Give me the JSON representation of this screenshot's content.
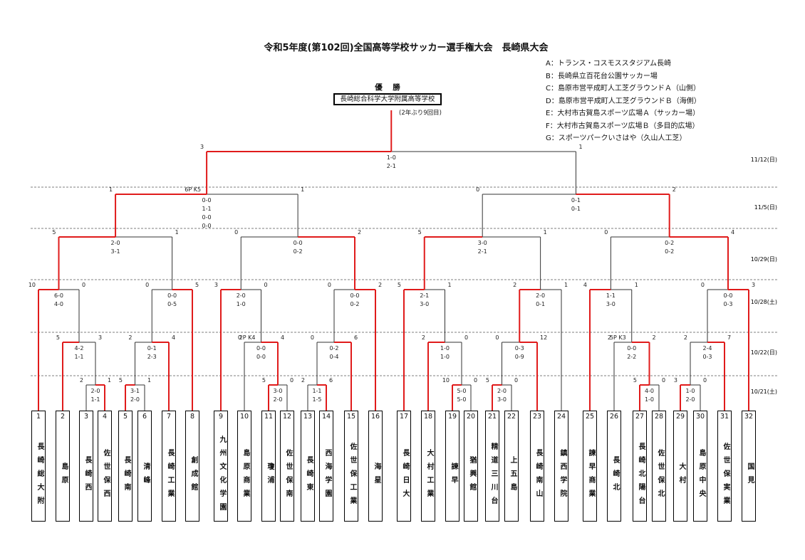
{
  "title": "令和5年度(第102回)全国高等学校サッカー選手権大会　長崎県大会",
  "venues": [
    "A：トランス・コスモススタジアム長崎",
    "B：長崎県立百花台公園サッカー場",
    "C：島原市営平成町人工芝グラウンドＡ（山側）",
    "D：島原市営平成町人工芝グラウンドＢ（海側）",
    "E：大村市古賀島スポーツ広場Ａ（サッカー場）",
    "F：大村市古賀島スポーツ広場Ｂ（多目的広場）",
    "G：スポーツパークいさはや（久山人工芝）"
  ],
  "winner": {
    "label": "優　勝",
    "team": "長崎総合科学大学附属高等学校",
    "note": "(2年ぶり9回目)"
  },
  "dates": [
    "11/12(日)",
    "11/5(日)",
    "10/29(日)",
    "10/28(土)",
    "10/22(日)",
    "10/21(土)"
  ],
  "teams": [
    {
      "no": "1",
      "name": "長崎総大附"
    },
    {
      "no": "2",
      "name": "島原"
    },
    {
      "no": "3",
      "name": "長崎西"
    },
    {
      "no": "4",
      "name": "佐世保西"
    },
    {
      "no": "5",
      "name": "長崎南"
    },
    {
      "no": "6",
      "name": "清峰"
    },
    {
      "no": "7",
      "name": "長崎工業"
    },
    {
      "no": "8",
      "name": "創成館"
    },
    {
      "no": "9",
      "name": "九州文化学園"
    },
    {
      "no": "10",
      "name": "島原商業"
    },
    {
      "no": "11",
      "name": "瓊浦"
    },
    {
      "no": "12",
      "name": "佐世保南"
    },
    {
      "no": "13",
      "name": "長崎東"
    },
    {
      "no": "14",
      "name": "西海学園"
    },
    {
      "no": "15",
      "name": "佐世保工業"
    },
    {
      "no": "16",
      "name": "海星"
    },
    {
      "no": "17",
      "name": "長崎日大"
    },
    {
      "no": "18",
      "name": "大村工業"
    },
    {
      "no": "19",
      "name": "諫早"
    },
    {
      "no": "20",
      "name": "猶興館"
    },
    {
      "no": "21",
      "name": "精道三川台"
    },
    {
      "no": "22",
      "name": "上五島"
    },
    {
      "no": "23",
      "name": "長崎南山"
    },
    {
      "no": "24",
      "name": "鎮西学院"
    },
    {
      "no": "25",
      "name": "諫早商業"
    },
    {
      "no": "26",
      "name": "長崎北"
    },
    {
      "no": "27",
      "name": "長崎北陽台"
    },
    {
      "no": "28",
      "name": "佐世保北"
    },
    {
      "no": "29",
      "name": "大村"
    },
    {
      "no": "30",
      "name": "島原中央"
    },
    {
      "no": "31",
      "name": "佐世保実業"
    },
    {
      "no": "32",
      "name": "国見"
    }
  ],
  "matches": [
    {
      "l": 3,
      "r": 4,
      "w": "r",
      "ls": "2",
      "rs": "1",
      "sc": [
        "2-0",
        "1-1"
      ]
    },
    {
      "l": 5,
      "r": 6,
      "w": "l",
      "ls": "5",
      "rs": "1",
      "sc": [
        "3-1",
        "2-0"
      ]
    },
    {
      "l": 11,
      "r": 12,
      "w": "l",
      "ls": "5",
      "rs": "0",
      "sc": [
        "3-0",
        "2-0"
      ]
    },
    {
      "l": 13,
      "r": 14,
      "w": "r",
      "ls": "2",
      "rs": "6",
      "sc": [
        "1-1",
        "1-5"
      ]
    },
    {
      "l": 19,
      "r": 20,
      "w": "l",
      "ls": "10",
      "rs": "0",
      "sc": [
        "5-0",
        "5-0"
      ]
    },
    {
      "l": 21,
      "r": 22,
      "w": "l",
      "ls": "5",
      "rs": "0",
      "sc": [
        "2-0",
        "3-0"
      ]
    },
    {
      "l": 27,
      "r": 28,
      "w": "l",
      "ls": "5",
      "rs": "0",
      "sc": [
        "4-0",
        "1-0"
      ]
    },
    {
      "l": 29,
      "r": 30,
      "w": "l",
      "ls": "3",
      "rs": "0",
      "sc": [
        "1-0",
        "2-0"
      ]
    },
    {
      "l": 2,
      "r": 33,
      "w": "l",
      "ls": "5",
      "rs": "3",
      "sc": [
        "4-2",
        "1-1"
      ]
    },
    {
      "l": 34,
      "r": 7,
      "w": "r",
      "ls": "2",
      "rs": "4",
      "sc": [
        "0-1",
        "2-3"
      ]
    },
    {
      "l": 10,
      "r": 35,
      "w": "r",
      "ls": "0",
      "rs": "4",
      "pk": "2P K4",
      "sc": [
        "0-0",
        "0-0"
      ]
    },
    {
      "l": 36,
      "r": 15,
      "w": "r",
      "ls": "0",
      "rs": "6",
      "sc": [
        "0-2",
        "0-4"
      ]
    },
    {
      "l": 18,
      "r": 37,
      "w": "l",
      "ls": "2",
      "rs": "0",
      "sc": [
        "1-0",
        "1-0"
      ]
    },
    {
      "l": 38,
      "r": 23,
      "w": "r",
      "ls": "0",
      "rs": "12",
      "sc": [
        "0-3",
        "0-9"
      ]
    },
    {
      "l": 26,
      "r": 39,
      "w": "r",
      "ls": "2",
      "rs": "2",
      "pk": "5P K3",
      "sc": [
        "0-0",
        "2-2"
      ]
    },
    {
      "l": 40,
      "r": 31,
      "w": "r",
      "ls": "2",
      "rs": "7",
      "sc": [
        "2-4",
        "0-3"
      ]
    },
    {
      "l": 1,
      "r": 41,
      "w": "l",
      "ls": "10",
      "rs": "0",
      "sc": [
        "6-0",
        "4-0"
      ]
    },
    {
      "l": 42,
      "r": 8,
      "w": "r",
      "ls": "0",
      "rs": "5",
      "sc": [
        "0-0",
        "0-5"
      ]
    },
    {
      "l": 9,
      "r": 43,
      "w": "l",
      "ls": "3",
      "rs": "0",
      "sc": [
        "2-0",
        "1-0"
      ]
    },
    {
      "l": 44,
      "r": 16,
      "w": "r",
      "ls": "0",
      "rs": "2",
      "sc": [
        "0-0",
        "0-2"
      ]
    },
    {
      "l": 17,
      "r": 45,
      "w": "l",
      "ls": "5",
      "rs": "1",
      "sc": [
        "2-1",
        "3-0"
      ]
    },
    {
      "l": 46,
      "r": 24,
      "w": "l",
      "ls": "2",
      "rs": "1",
      "sc": [
        "2-0",
        "0-1"
      ]
    },
    {
      "l": 25,
      "r": 47,
      "w": "l",
      "ls": "4",
      "rs": "1",
      "sc": [
        "1-1",
        "3-0"
      ]
    },
    {
      "l": 48,
      "r": 32,
      "w": "r",
      "ls": "0",
      "rs": "3",
      "sc": [
        "0-0",
        "0-3"
      ]
    },
    {
      "l": 49,
      "r": 50,
      "w": "l",
      "ls": "5",
      "rs": "1",
      "sc": [
        "2-0",
        "3-1"
      ]
    },
    {
      "l": 51,
      "r": 52,
      "w": "r",
      "ls": "0",
      "rs": "2",
      "sc": [
        "0-0",
        "0-2"
      ]
    },
    {
      "l": 53,
      "r": 54,
      "w": "l",
      "ls": "5",
      "rs": "1",
      "sc": [
        "3-0",
        "2-1"
      ]
    },
    {
      "l": 55,
      "r": 56,
      "w": "r",
      "ls": "0",
      "rs": "4",
      "sc": [
        "0-2",
        "0-2"
      ]
    },
    {
      "l": 57,
      "r": 58,
      "w": "l",
      "ls": "1",
      "rs": "1",
      "pk": "6P K5",
      "sc": [
        "0-0",
        "1-1",
        "0-0",
        "0-0"
      ]
    },
    {
      "l": 59,
      "r": 60,
      "w": "r",
      "ls": "0",
      "rs": "2",
      "sc": [
        "0-1",
        "0-1"
      ]
    },
    {
      "l": 61,
      "r": 62,
      "w": "l",
      "ls": "3",
      "rs": "1",
      "sc": [
        "1-0",
        "2-1"
      ]
    }
  ]
}
